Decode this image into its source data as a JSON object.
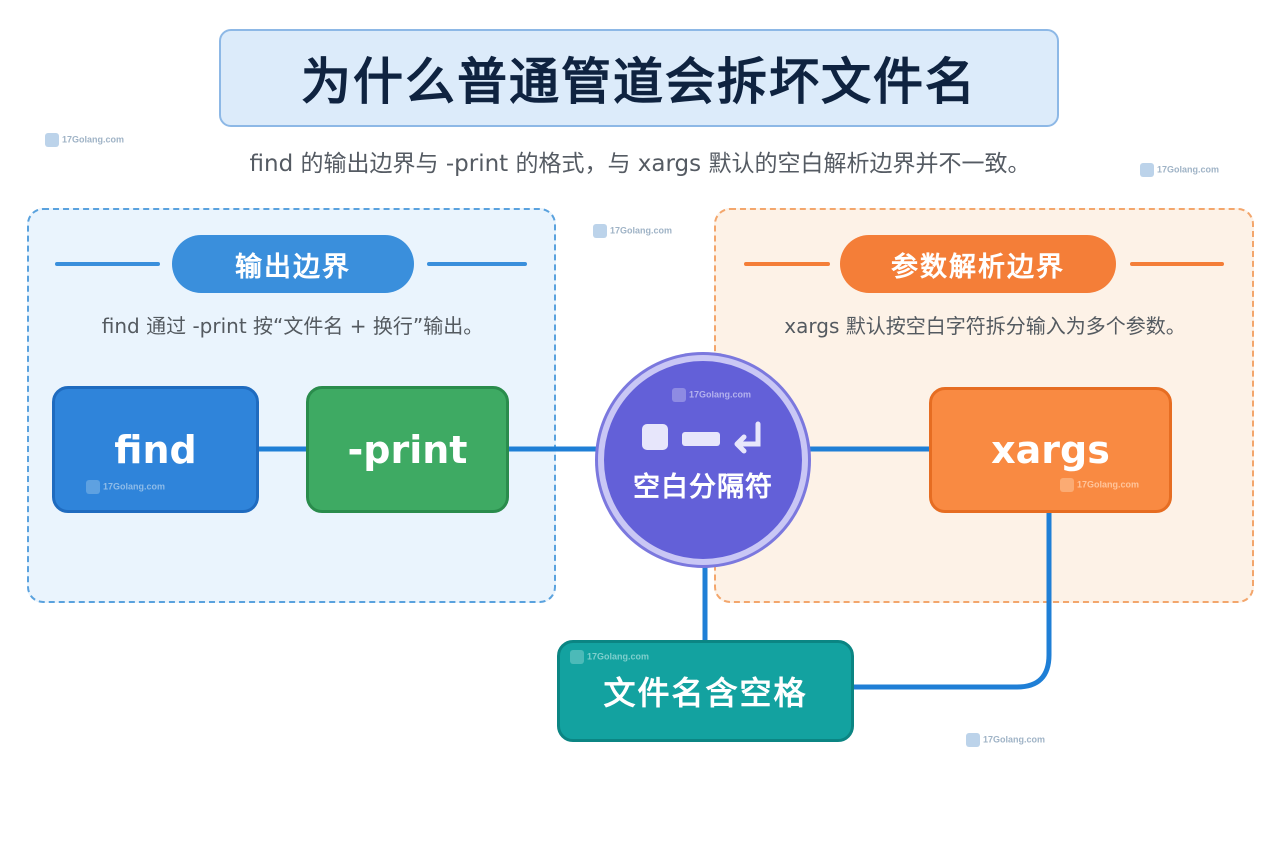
{
  "title": "为什么普通管道会拆坏文件名",
  "subtitle": "find 的输出边界与 -print 的格式，与 xargs 默认的空白解析边界并不一致。",
  "left_panel": {
    "heading": "输出边界",
    "description": "find 通过 -print 按“文件名 + 换行”输出。"
  },
  "right_panel": {
    "heading": "参数解析边界",
    "description": "xargs 默认按空白字符拆分输入为多个参数。"
  },
  "nodes": {
    "find": "find",
    "print": "-print",
    "separator": "空白分隔符",
    "xargs": "xargs",
    "space_in_name": "文件名含空格"
  },
  "watermark": "17Golang.com",
  "colors": {
    "blue": "#2f84da",
    "green": "#3eaa63",
    "purple": "#6360d8",
    "orange": "#f98a42",
    "teal": "#13a2a0",
    "connector": "#1f7fd6"
  }
}
